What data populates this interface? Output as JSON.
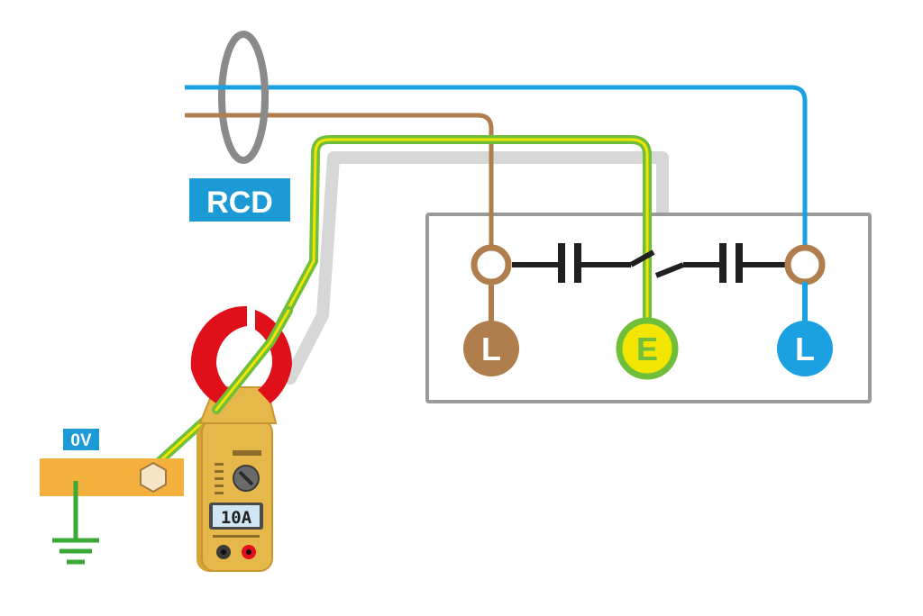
{
  "labels": {
    "rcd": "RCD",
    "zero_volt": "0V",
    "terminal_line_left": "L",
    "terminal_earth": "E",
    "terminal_line_right": "L",
    "meter_display": "10A"
  },
  "colors": {
    "neutral_blue": "#1ba1e2",
    "line_brown": "#b07d4d",
    "earth_green": "#6fbf3b",
    "earth_yellow": "#f2e600",
    "rcd_box": "#1c9ad6",
    "rcd_ring": "#8a8a8a",
    "busbar": "#f5b13d",
    "ground_symbol": "#3aa935",
    "meter_body": "#e6b84a",
    "clamp_jaw": "#e0101b",
    "enclosure_border": "#9a9a9a",
    "contact_bars": "#1f1f1f"
  },
  "icons": [
    "ground-symbol-icon",
    "rcd-ring-icon",
    "clamp-meter-icon",
    "capacitor-contact-icon",
    "rotary-dial-icon"
  ]
}
